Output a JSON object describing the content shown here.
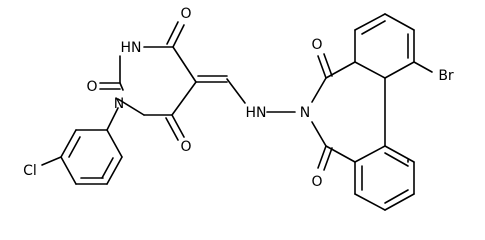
{
  "structure": {
    "atoms": {
      "o_top_pyr": "O",
      "nh_pyr": "HN",
      "o_left_pyr": "O",
      "n_pyr": "N",
      "o_bottom_pyr": "O",
      "cl": "Cl",
      "nh_link": "HN",
      "n_imide": "N",
      "o_top_imide": "O",
      "o_bottom_imide": "O",
      "br": "Br"
    },
    "colors": {
      "bond": "#000000",
      "label": "#000000",
      "background": "#ffffff"
    }
  }
}
